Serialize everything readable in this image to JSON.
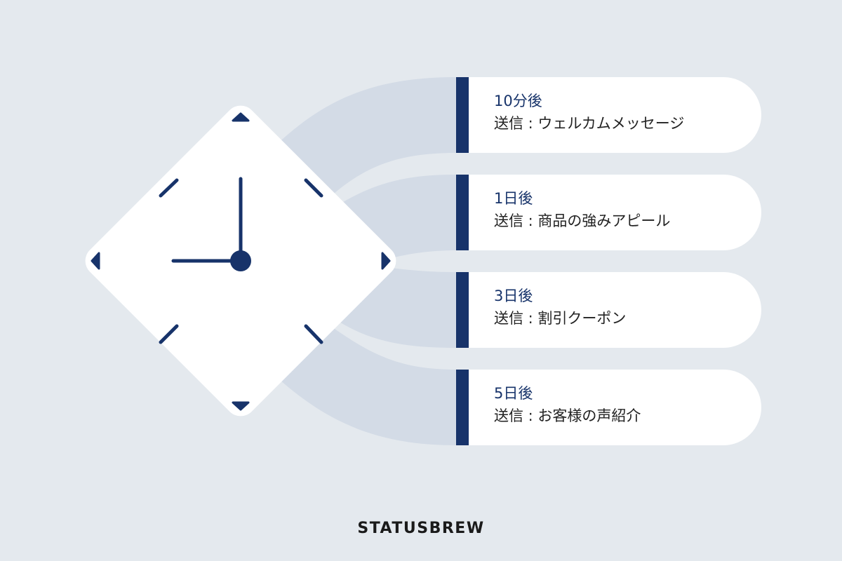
{
  "colors": {
    "navy": "#17336a",
    "background": "#e4e9ee",
    "ribbon": "#d3dbe6"
  },
  "steps": [
    {
      "when": "10分後",
      "what": "送信 : ウェルカムメッセージ"
    },
    {
      "when": "1日後",
      "what": "送信 : 商品の強みアピール"
    },
    {
      "when": "3日後",
      "what": "送信 : 割引クーポン"
    },
    {
      "when": "5日後",
      "what": "送信 : お客様の声紹介"
    }
  ],
  "logo": "STATUSBREW"
}
